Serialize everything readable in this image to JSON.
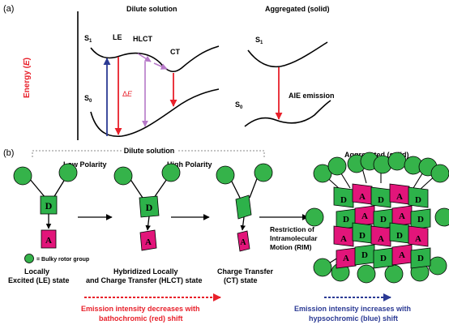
{
  "panel_a": {
    "label": "(a)",
    "dilute": {
      "title": "Dilute solution",
      "y_axis_label_prefix": "Energy (",
      "y_axis_label_var": "E",
      "y_axis_label_suffix": ")",
      "s1": "S",
      "s1_sub": "1",
      "s0": "S",
      "s0_sub": "0",
      "le": "LE",
      "hlct": "HLCT",
      "ct": "CT",
      "delta": "Δ",
      "delta_var": "E"
    },
    "aggregated": {
      "title": "Aggregated (solid)",
      "s1": "S",
      "s1_sub": "1",
      "s0": "S",
      "s0_sub": "0",
      "emission": "AIE emission"
    }
  },
  "panel_b": {
    "label": "(b)",
    "dilute_solution": "Dilute solution",
    "low_polarity": "Low Polarity",
    "high_polarity": "High Polarity",
    "aggregated": "Aggregated (solid)",
    "donor": "D",
    "acceptor": "A",
    "legend": "= Bulky rotor group",
    "rim_line1": "Restriction of",
    "rim_line2": "Intramolecular",
    "rim_line3": "Motion (RIM)",
    "le_state_line1": "Locally",
    "le_state_line2": "Excited (LE) state",
    "hlct_state_line1": "Hybridized Locally",
    "hlct_state_line2": "and Charge Transfer (HLCT) state",
    "ct_state_line1": "Charge Transfer",
    "ct_state_line2": "(CT) state",
    "red_line1": "Emission intensity decreases with",
    "red_line2": "bathochromic (red) shift",
    "blue_line1": "Emission intensity increases with",
    "blue_line2": "hypsochromic (blue) shift"
  },
  "colors": {
    "donor_green": "#2db24a",
    "acceptor_magenta": "#e2157a",
    "rotor_green": "#35b34a",
    "red": "#e8202a",
    "blue": "#2b3a94",
    "purple": "#b678c8",
    "text": "#000000",
    "bracket_gray": "#8a8a8a"
  }
}
